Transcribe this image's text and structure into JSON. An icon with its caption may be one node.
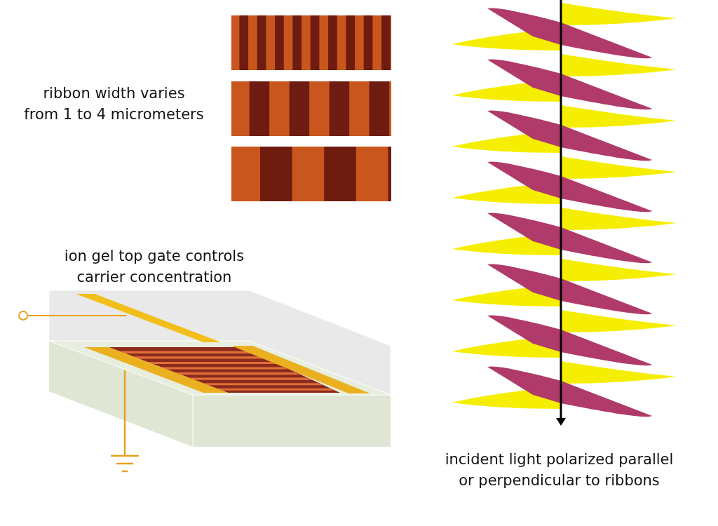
{
  "diagram": {
    "labels": [
      "ribbon width varies from 1 to 4 micrometers",
      "ion gel top gate controls carrier concentration",
      "incident light polarized parallel or perpendicular to ribbons"
    ]
  }
}
